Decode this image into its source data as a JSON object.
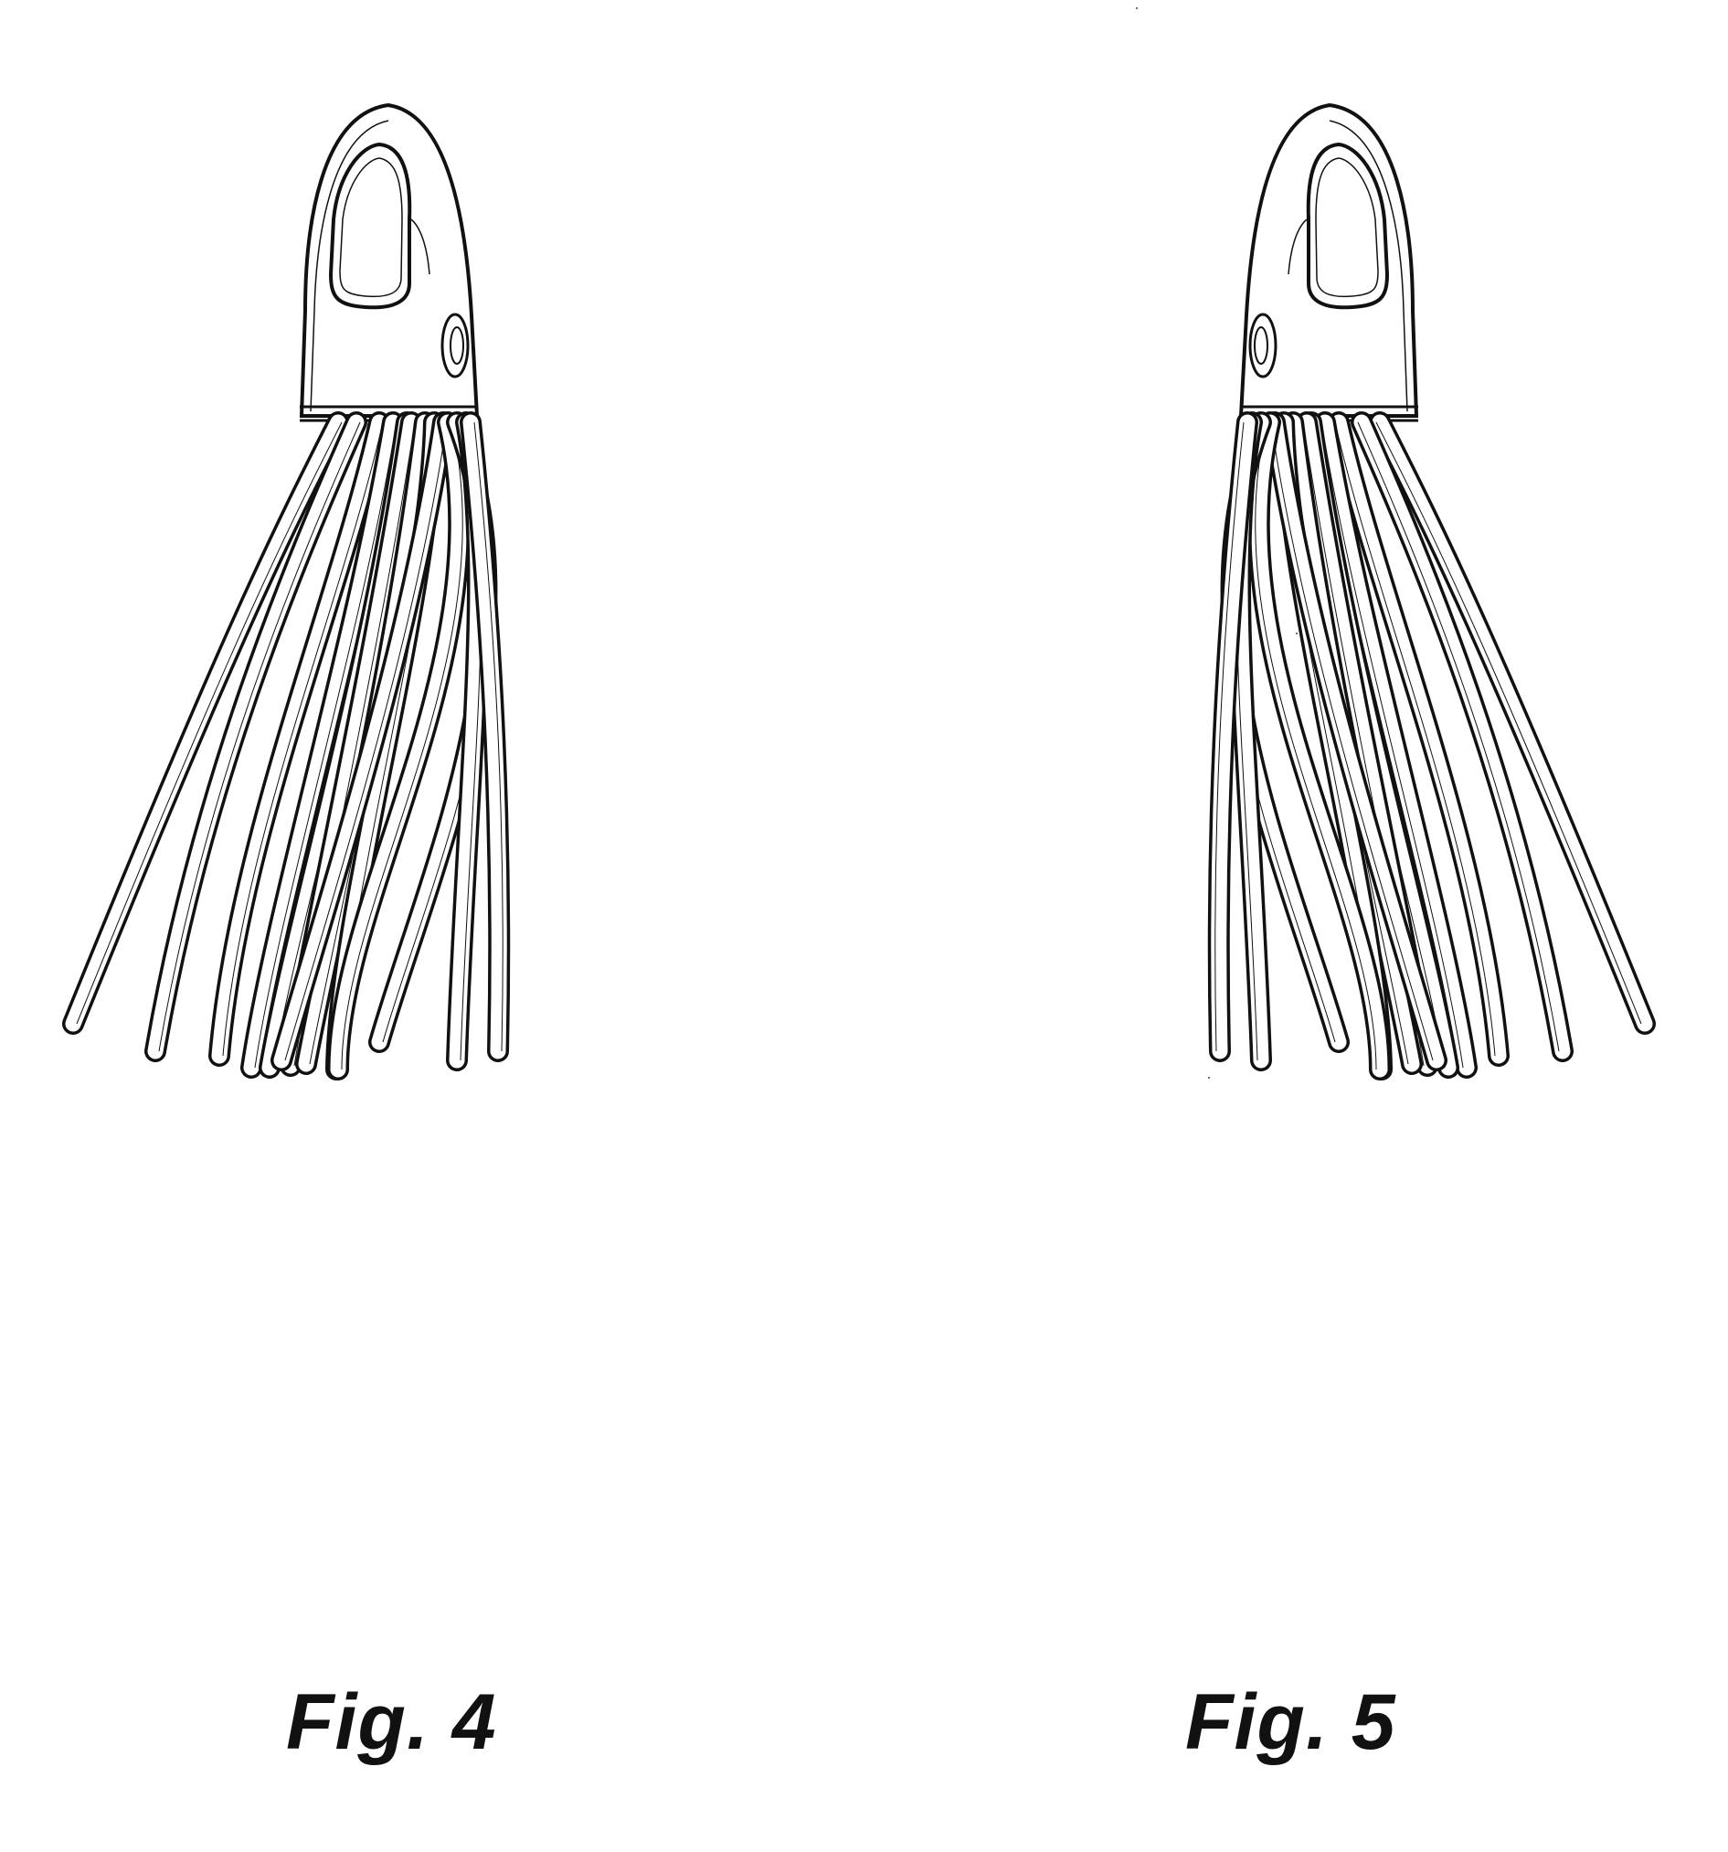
{
  "figures": [
    {
      "id": "fig4",
      "caption": "Fig. 4",
      "orientation": "eye-right"
    },
    {
      "id": "fig5",
      "caption": "Fig. 5",
      "orientation": "eye-left"
    }
  ],
  "colors": {
    "ink": "#111111",
    "paper": "#ffffff"
  }
}
